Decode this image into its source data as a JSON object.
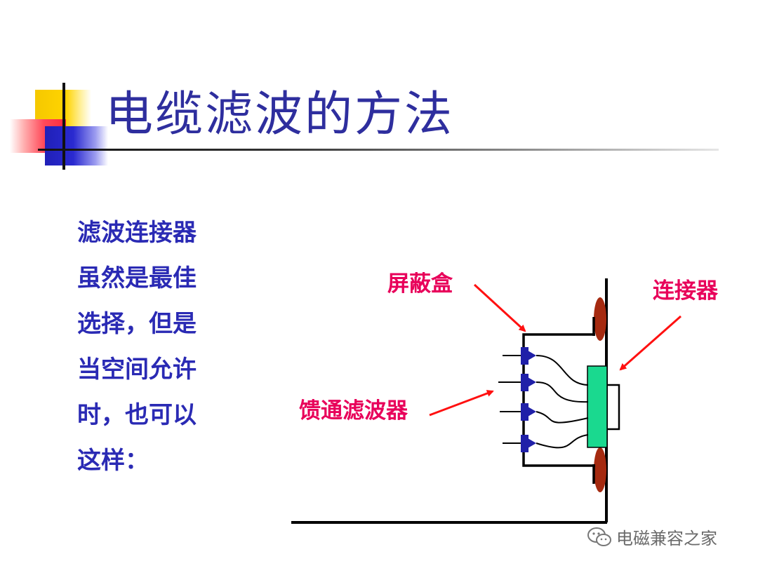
{
  "title": "电缆滤波的方法",
  "body_lines": [
    "滤波连接器",
    "虽然是最佳",
    "选择，但是",
    "当空间允许",
    "时，也可以",
    "这样："
  ],
  "diagram": {
    "labels": {
      "shield_box": "屏蔽盒",
      "connector": "连接器",
      "feedthrough_filter": "馈通滤波器"
    }
  },
  "watermark": {
    "text": "电磁兼容之家",
    "icon": "wechat-icon"
  },
  "colors": {
    "title": "#2e2e9e",
    "body_text": "#2a2ab4",
    "label": "#e8005a",
    "arrow": "#ff1010",
    "connector": "#1ad98f",
    "filter": "#2020a8",
    "gasket": "#a52a10"
  }
}
